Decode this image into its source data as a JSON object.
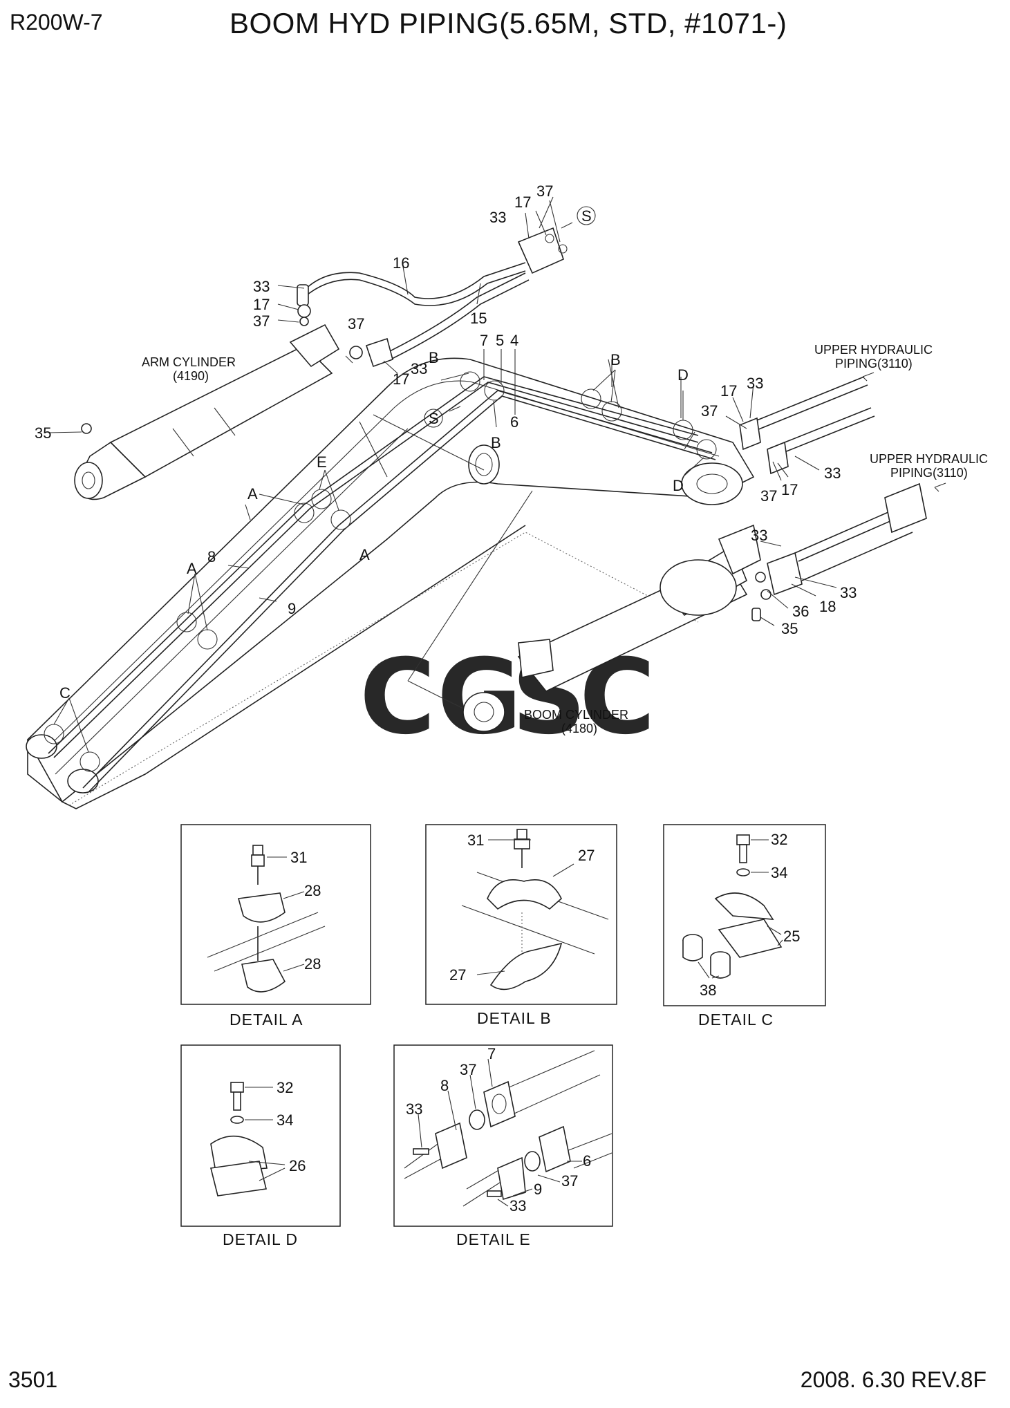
{
  "header": {
    "model": "R200W-7",
    "title": "BOOM HYD PIPING(5.65M, STD, #1071-)"
  },
  "footer": {
    "page": "3501",
    "revision": "2008. 6.30  REV.8F"
  },
  "labels": {
    "arm_cylinder": "ARM CYLINDER",
    "arm_cylinder_ref": "(4190)",
    "boom_cylinder": "BOOM CYLINDER",
    "boom_cylinder_ref": "(4180)",
    "upper_hyd_1": "UPPER HYDRAULIC",
    "upper_hyd_2": "PIPING(3110)",
    "view_s": "S"
  },
  "callouts": {
    "n37a": "37",
    "n17a": "17",
    "n33a": "33",
    "n16": "16",
    "n15": "15",
    "n33b": "33",
    "n17b": "17",
    "n37b": "37",
    "n37c": "37",
    "n17c": "17",
    "n33c": "33",
    "n7": "7",
    "n5": "5",
    "n4": "4",
    "n6": "6",
    "n35a": "35",
    "n8": "8",
    "n9": "9",
    "n17d": "17",
    "n33d": "33",
    "n37d": "37",
    "n33e": "33",
    "n37e": "37",
    "n17e": "17",
    "n33f": "33",
    "n33g": "33",
    "n18": "18",
    "n36": "36",
    "n35b": "35"
  },
  "detail_letters": {
    "b1": "B",
    "b2": "B",
    "b3": "B",
    "d1": "D",
    "d2": "D",
    "a1": "A",
    "a2": "A",
    "a3": "A",
    "e1": "E",
    "c1": "C"
  },
  "details": {
    "A": {
      "caption": "DETAIL  A",
      "callouts": [
        "31",
        "28",
        "28"
      ]
    },
    "B": {
      "caption": "DETAIL  B",
      "callouts": [
        "31",
        "27",
        "27"
      ]
    },
    "C": {
      "caption": "DETAIL  C",
      "callouts": [
        "32",
        "34",
        "25",
        "38"
      ]
    },
    "D": {
      "caption": "DETAIL  D",
      "callouts": [
        "32",
        "34",
        "26"
      ]
    },
    "E": {
      "caption": "DETAIL  E",
      "callouts": [
        "7",
        "37",
        "8",
        "33",
        "6",
        "37",
        "9",
        "33"
      ]
    }
  },
  "watermark": {
    "letters": [
      "C",
      "G",
      "S",
      "C"
    ],
    "colors": [
      "#5b9bf2",
      "#f07f7f",
      "#f5d547",
      "#6cc393"
    ]
  }
}
